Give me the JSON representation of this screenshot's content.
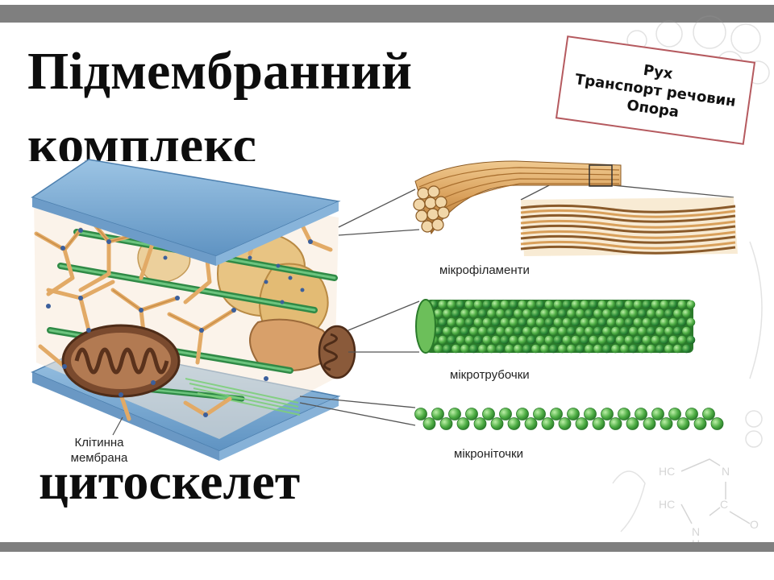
{
  "title": {
    "line1": "Підмембранний",
    "line2": "комплекс",
    "line3": "цитоскелет"
  },
  "functions": [
    "Рух",
    "Транспорт речовин",
    "Опора"
  ],
  "labels": {
    "microfilaments": "мікрофіламенти",
    "microtubules": "мікротрубочки",
    "microthreads": "мікроніточки",
    "cell_membrane_1": "Клітинна",
    "cell_membrane_2": "мембрана"
  },
  "colors": {
    "accent_bar": "#7f7f7f",
    "membrane": "#7fb0d6",
    "filament": "#d9a05b",
    "microtubule": "#3d9a3a",
    "mitochondrion": "#8a5a3a",
    "frame": "#b55a5f"
  }
}
